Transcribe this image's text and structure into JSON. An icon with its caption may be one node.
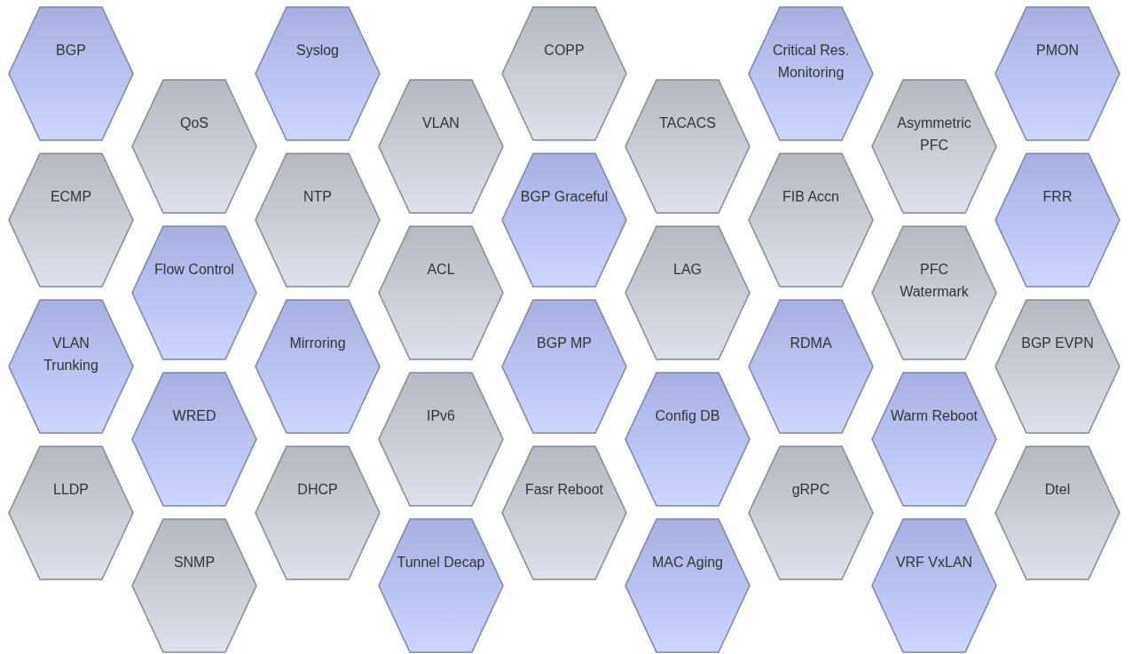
{
  "diagram": {
    "nodes": [
      {
        "text": [
          "BGP"
        ]
      },
      {
        "text": [
          "ECMP"
        ]
      },
      {
        "text": [
          "VLAN Trunking"
        ]
      },
      {
        "text": [
          "LLDP"
        ]
      },
      {
        "text": [
          "QoS"
        ]
      },
      {
        "text": [
          "Flow Control"
        ]
      },
      {
        "text": [
          "WRED"
        ]
      },
      {
        "text": [
          "SNMP"
        ]
      },
      {
        "text": [
          "Syslog"
        ]
      },
      {
        "text": [
          "NTP"
        ]
      },
      {
        "text": [
          "Mirroring"
        ]
      },
      {
        "text": [
          "DHCP"
        ]
      },
      {
        "text": [
          "VLAN"
        ]
      },
      {
        "text": [
          "ACL"
        ]
      },
      {
        "text": [
          "IPv6"
        ]
      },
      {
        "text": [
          "Tunnel Decap"
        ]
      },
      {
        "text": [
          "COPP"
        ]
      },
      {
        "text": [
          "BGP Graceful"
        ]
      },
      {
        "text": [
          "BGP MP"
        ]
      },
      {
        "text": [
          "Fasr Reboot"
        ]
      },
      {
        "text": [
          "TACACS"
        ]
      },
      {
        "text": [
          "LAG"
        ]
      },
      {
        "text": [
          "Config DB"
        ]
      },
      {
        "text": [
          "MAC Aging"
        ]
      },
      {
        "text": [
          "Critical Res. Monitoring"
        ]
      },
      {
        "text": [
          "FIB Accn"
        ]
      },
      {
        "text": [
          "RDMA"
        ]
      },
      {
        "text": [
          "gRPC"
        ]
      },
      {
        "text": [
          "Asymmetric PFC"
        ]
      },
      {
        "text": [
          "PFC Watermark"
        ]
      },
      {
        "text": [
          "Warm Reboot"
        ]
      },
      {
        "text": [
          "VRF VxLAN"
        ]
      },
      {
        "text": [
          "PMON"
        ]
      },
      {
        "text": [
          "FRR"
        ]
      },
      {
        "text": [
          "BGP EVPN"
        ]
      },
      {
        "text": [
          "Dtel"
        ]
      }
    ]
  }
}
